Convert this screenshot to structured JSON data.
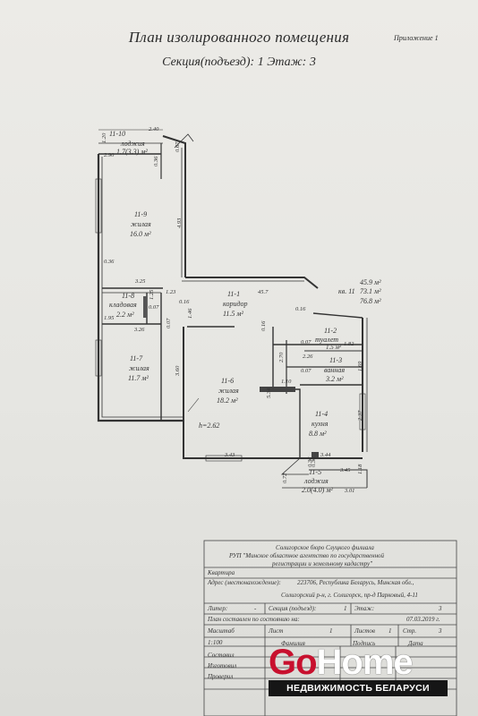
{
  "header": {
    "title": "План изолированного помещения",
    "subtitle": "Секция(подъезд): 1     Этаж: 3",
    "appendix": "Приложение 1"
  },
  "rooms": [
    {
      "id": "11-10",
      "name": "лоджия",
      "area": "1.7(3.3) м²"
    },
    {
      "id": "11-9",
      "name": "жилая",
      "area": "16.0 м²"
    },
    {
      "id": "11-8",
      "name": "кладовая",
      "area": "2.2 м²"
    },
    {
      "id": "11-7",
      "name": "жилая",
      "area": "11.7 м²"
    },
    {
      "id": "11-1",
      "name": "коридор",
      "area": "11.5 м²"
    },
    {
      "id": "11-6",
      "name": "жилая",
      "area": "18.2 м²"
    },
    {
      "id": "11-2",
      "name": "туалет",
      "area": "1.5 м²"
    },
    {
      "id": "11-3",
      "name": "ванная",
      "area": "3.2 м²"
    },
    {
      "id": "11-4",
      "name": "кухня",
      "area": "8.8 м²"
    },
    {
      "id": "11-5",
      "name": "лоджия",
      "area": "2.0(4.0) м²"
    }
  ],
  "apartment": {
    "areas": [
      "45.9 м²",
      "73.1 м²",
      "76.8 м²"
    ],
    "label": "кв. 11"
  },
  "ceiling": "h=2.62",
  "dimensions": [
    "1.20",
    "2.40",
    "2.90",
    "0.36",
    "0.67",
    "4.93",
    "0.36",
    "3.25",
    "1.23",
    "1.25",
    "0.07",
    "1.95",
    "3.26",
    "0.16",
    "1.46",
    "45.7",
    "0.07",
    "0.16",
    "0.16",
    "2.70",
    "0.07",
    "2.26",
    "1.82",
    "0.07",
    "3.60",
    "5.34",
    "1.10",
    "1.69",
    "2.37",
    "3.43",
    "0.36",
    "3.44",
    "3.45",
    "1.18",
    "0.72",
    "3.01",
    "0.36"
  ],
  "stamp": {
    "org1": "Солигорское бюро Слуцкого филиала",
    "org2": "РУП \"Минское областное агентство по государственной",
    "org3": "регистрации и земельному кадастру\"",
    "kind": "Квартира",
    "address_label": "Адрес (местонахождение):",
    "address1": "223706, Республика Беларусь, Минская обл.,",
    "address2": "Солигорский р-н,  г. Солигорск, пр-д Парковый, 4-11",
    "liter_label": "Литер:",
    "liter_value": "-",
    "section_label": "Секция (подъезд):",
    "section_value": "1",
    "floor_label": "Этаж:",
    "floor_value": "3",
    "state_label": "План составлен по состоянию на:",
    "state_date": "07.03.2019 г.",
    "scale_label": "Масштаб",
    "scale_value": "1:100",
    "sheet_label": "Лист",
    "sheet_value": "1",
    "sheets_label": "Листов",
    "sheets_value": "1",
    "page_label": "Стр.",
    "page_value": "3",
    "person_col": "Фамилия",
    "sign_col": "Подпись",
    "date_col": "Дата",
    "role1": "Составил",
    "role2": "Изготовил",
    "role3": "Проверил"
  },
  "logo": {
    "go": "Go",
    "home": "Home",
    "tagline": "НЕДВИЖИМОСТЬ БЕЛАРУСИ"
  }
}
